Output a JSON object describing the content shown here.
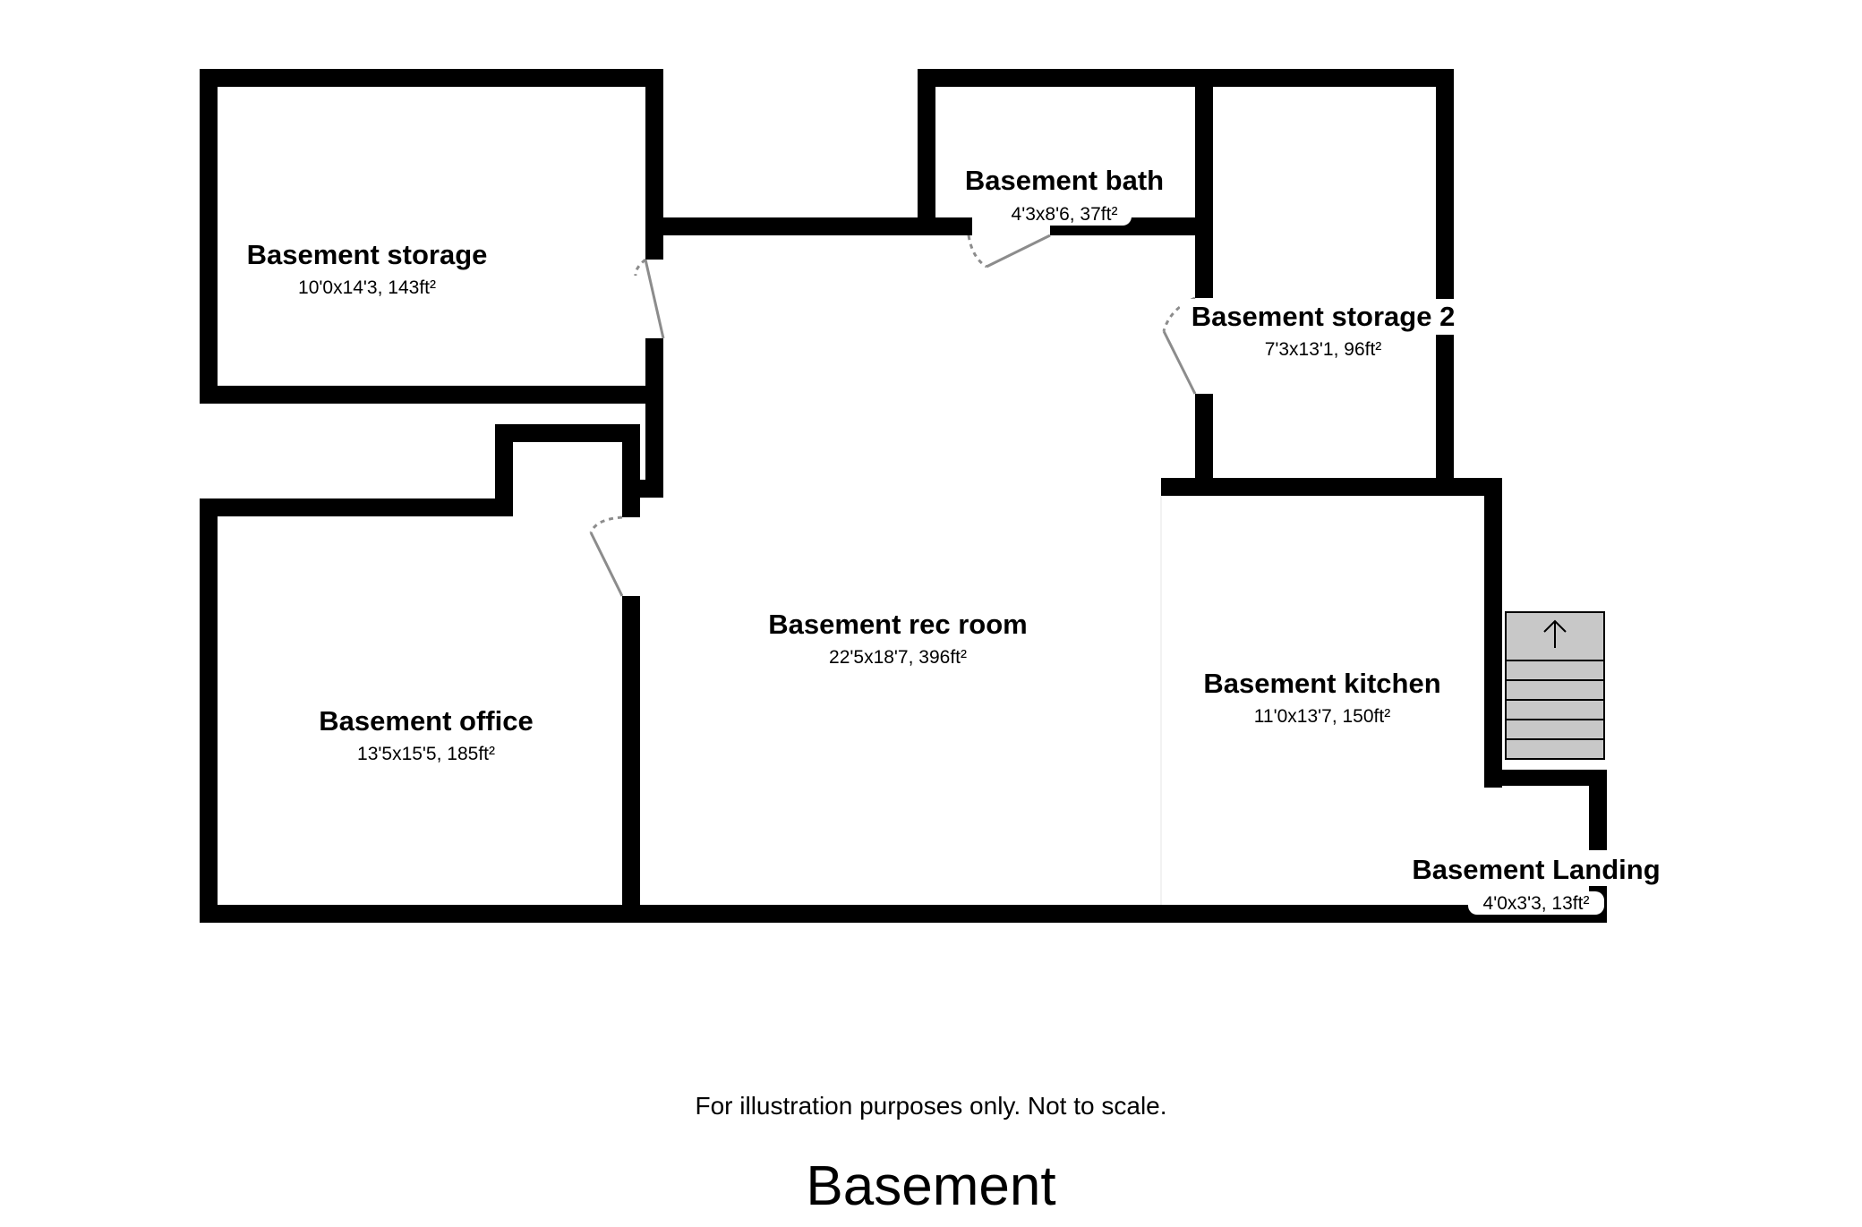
{
  "plan": {
    "floor_title": "Basement",
    "disclaimer": "For illustration purposes only. Not to scale.",
    "colors": {
      "wall": "#000000",
      "door": "#8c8c8c",
      "stairs": "#c8c8c8"
    },
    "stairs_icon": "arrow-up-icon",
    "rooms": {
      "storage": {
        "name": "Basement storage",
        "dims": "10'0x14'3, 143ft²"
      },
      "bath": {
        "name": "Basement bath",
        "dims": "4'3x8'6, 37ft²"
      },
      "storage2": {
        "name": "Basement storage 2",
        "dims": "7'3x13'1, 96ft²"
      },
      "rec": {
        "name": "Basement rec room",
        "dims": "22'5x18'7, 396ft²"
      },
      "office": {
        "name": "Basement office",
        "dims": "13'5x15'5, 185ft²"
      },
      "kitchen": {
        "name": "Basement kitchen",
        "dims": "11'0x13'7, 150ft²"
      },
      "landing": {
        "name": "Basement Landing",
        "dims": "4'0x3'3, 13ft²"
      }
    }
  }
}
